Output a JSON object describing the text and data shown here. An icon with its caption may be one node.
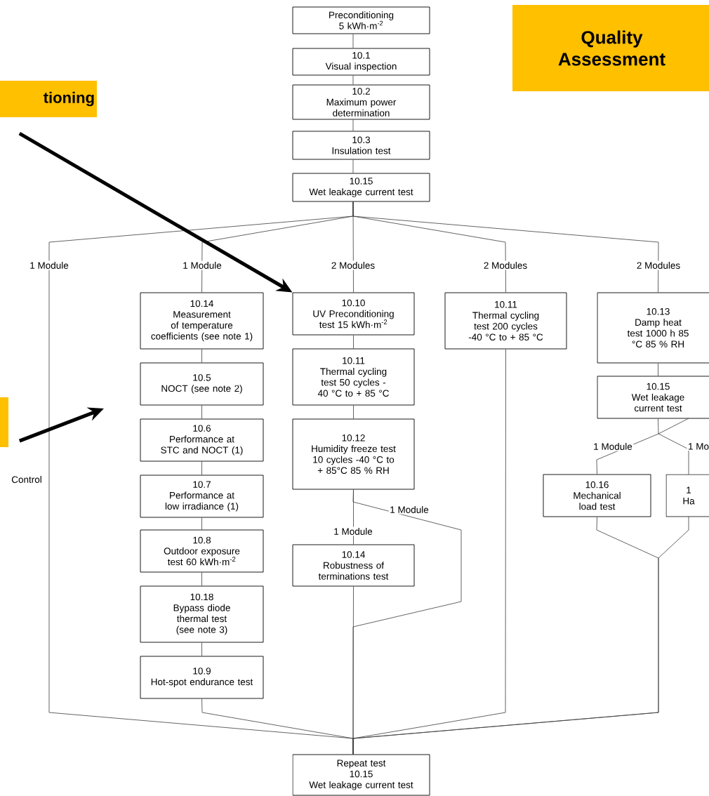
{
  "diagram": {
    "nodes": [
      {
        "text": [
          "Preconditioning",
          "5 kWh·m$^{-2}$"
        ]
      },
      {
        "text": [
          "10.1",
          "Visual inspection"
        ]
      },
      {
        "text": [
          "10.2",
          "Maximum power determination"
        ]
      },
      {
        "text": [
          "10.3",
          "Insulation test"
        ]
      },
      {
        "text": [
          "10.15",
          "Wet leakage current test"
        ]
      },
      {
        "text": [
          "10.14",
          "Measurement of temperature coefficients (see note 1)"
        ]
      },
      {
        "text": [
          "10.5",
          "NOCT (see note 2)"
        ]
      },
      {
        "text": [
          "10.6",
          "Performance at STC and NOCT (1)"
        ]
      },
      {
        "text": [
          "10.7",
          "Performance at low irradiance (1)"
        ]
      },
      {
        "text": [
          "10.8",
          "Outdoor exposure test 60 kWh·m$^{-2}$"
        ]
      },
      {
        "text": [
          "10.18",
          "Bypass diode thermal test (see note 3)"
        ]
      },
      {
        "text": [
          "10.9",
          "Hot-spot endurance test"
        ]
      },
      {
        "text": [
          "10.10",
          "UV Preconditioning test 15 kWh·m$^{-2}$"
        ]
      },
      {
        "text": [
          "10.11",
          "Thermal cycling test 50 cycles -40 °C to + 85 °C"
        ]
      },
      {
        "text": [
          "10.12",
          "Humidity freeze test 10 cycles -40 °C to + 85°C 85 % RH"
        ]
      },
      {
        "text": [
          "10.14",
          "Robustness of terminations test"
        ]
      },
      {
        "text": [
          "10.11",
          "Thermal cycling test 200 cycles -40 °C to + 85 °C"
        ]
      },
      {
        "text": [
          "10.13",
          "Damp heat test 1000 h 85 °C 85 % RH"
        ]
      },
      {
        "text": [
          "10.15",
          "Wet leakage current test"
        ]
      },
      {
        "text": [
          "10.16",
          "Mechanical load test"
        ]
      },
      {
        "text": [
          "1",
          "Ha"
        ]
      },
      {
        "text": [
          "Repeat test",
          "10.15",
          "Wet leakage current test"
        ]
      },
      {
        "text": [
          "tioning"
        ]
      },
      {
        "text": [],
        "shape": "box"
      },
      {
        "text": [
          "Quality Assessment"
        ]
      }
    ],
    "edges": [
      {
        "from": 0,
        "to": 1,
        "arrow": "none"
      },
      {
        "from": 1,
        "to": 2,
        "arrow": "none"
      },
      {
        "from": 2,
        "to": 3,
        "arrow": "none"
      },
      {
        "from": 3,
        "to": 4,
        "arrow": "none"
      },
      {
        "from": 4,
        "to": 21,
        "arrow": "none",
        "label": "1 Module"
      },
      {
        "from": 4,
        "to": 5,
        "arrow": "none",
        "label": "1 Module"
      },
      {
        "from": 4,
        "to": 12,
        "arrow": "none",
        "label": "2 Modules"
      },
      {
        "from": 4,
        "to": 16,
        "arrow": "none",
        "label": "2 Modules"
      },
      {
        "from": 4,
        "to": 17,
        "arrow": "none",
        "label": "2 Modules"
      },
      {
        "from": 5,
        "to": 6,
        "arrow": "none"
      },
      {
        "from": 6,
        "to": 7,
        "arrow": "none"
      },
      {
        "from": 7,
        "to": 8,
        "arrow": "none"
      },
      {
        "from": 8,
        "to": 9,
        "arrow": "none"
      },
      {
        "from": 9,
        "to": 10,
        "arrow": "none"
      },
      {
        "from": 10,
        "to": 11,
        "arrow": "none"
      },
      {
        "from": 11,
        "to": 21,
        "arrow": "none"
      },
      {
        "from": 12,
        "to": 13,
        "arrow": "none"
      },
      {
        "from": 13,
        "to": 14,
        "arrow": "none"
      },
      {
        "from": 14,
        "to": 15,
        "arrow": "none",
        "label": "1 Module"
      },
      {
        "from": 14,
        "to": 21,
        "arrow": "none",
        "label": "1 Module"
      },
      {
        "from": 15,
        "to": 21,
        "arrow": "none"
      },
      {
        "from": 16,
        "to": 21,
        "arrow": "none"
      },
      {
        "from": 17,
        "to": 18,
        "arrow": "none"
      },
      {
        "from": 18,
        "to": 19,
        "arrow": "none",
        "label": "1 Module"
      },
      {
        "from": 18,
        "to": 20,
        "arrow": "none",
        "label": "1 Mo"
      },
      {
        "from": 19,
        "to": 21,
        "arrow": "none"
      },
      {
        "from": 20,
        "to": 21,
        "arrow": "none"
      },
      {
        "from": 22,
        "to": 12,
        "arrow": "to",
        "style": "thick"
      },
      {
        "from": 23,
        "to": null,
        "arrow": "to",
        "style": "thick"
      }
    ],
    "labels": [
      "Control"
    ]
  }
}
